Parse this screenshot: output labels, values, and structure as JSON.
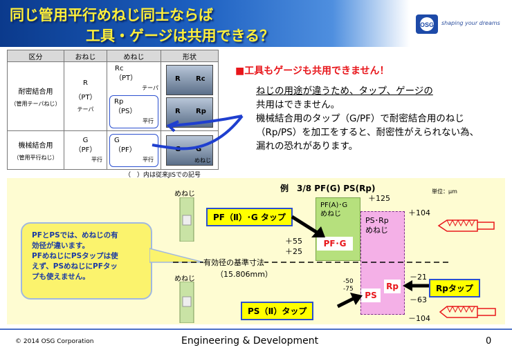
{
  "header": {
    "title_line1": "同じ管用平行めねじ同士ならば",
    "title_line2": "工具・ゲージは共用できる？",
    "logo_text": "OSG",
    "tagline": "shaping your dreams"
  },
  "table": {
    "headers": [
      "区分",
      "おねじ",
      "めねじ",
      "形状"
    ],
    "row1": {
      "category": "耐密結合用",
      "category_sub": "（管用テーパねじ）",
      "male": "R",
      "male_sub": "（PT）",
      "male_suffix": "テーパ",
      "female_top": "Rc",
      "female_top_sub": "（PT）",
      "female_top_suffix": "テーパ",
      "female_bottom": "Rp",
      "female_bottom_sub": "（PS）",
      "female_bottom_suffix": "平行",
      "shape_top": [
        "R",
        "Rc"
      ],
      "shape_bottom": [
        "R",
        "Rp"
      ]
    },
    "row2": {
      "category": "機械結合用",
      "category_sub": "（管用平行ねじ）",
      "male": "G",
      "male_sub": "（PF）",
      "male_suffix": "平行",
      "female": "G",
      "female_sub": "（PF）",
      "female_suffix": "平行",
      "shape": [
        "G",
        "G"
      ],
      "shape_note": "めねじ"
    },
    "note": "（　）内は従来JISでの記号"
  },
  "main": {
    "red_heading": "■工具もゲージも共用できません！",
    "body_lines": [
      "ねじの用途が違うため、タップ、ゲージの",
      "共用はできません。",
      "機械結合用のタップ（G/PF）で耐密結合用のねじ",
      "（Rp/PS）を加工をすると、耐密性がえられない為、",
      "漏れの恐れがあります。"
    ]
  },
  "diagram": {
    "example": "例　3/8 PF(G)  PS(Rp)",
    "unit": "単位：μm",
    "female_label_top": "めねじ",
    "female_label_bottom": "めねじ",
    "plus125": "＋125",
    "plus104": "＋104",
    "plus55": "＋55",
    "plus25": "＋25",
    "minus50": "-50",
    "minus75": "-75",
    "minus21": "－21",
    "minus63": "－63",
    "minus104": "－104",
    "green_label_1": "PF(A)･G",
    "green_label_2": "めねじ",
    "pink_label_1": "PS･Rp",
    "pink_label_2": "めねじ",
    "pfg_box": "PF･G",
    "ps_box": "PS",
    "rp_box": "Rp",
    "pf_tap": "PF（Ⅱ）･G タップ",
    "ps_tap": "PS（Ⅱ）タップ",
    "rp_tap": "Rpタップ",
    "pitch_label_1": "有効径の基準寸法",
    "pitch_label_2": "（15.806mm）",
    "callout_lines": [
      "PFとPSでは、めねじの有",
      "効径が違います。",
      "PFめねじにPSタップは使",
      "えず、PSめねじにPFタッ",
      "プも使えません。"
    ]
  },
  "footer": {
    "copyright": "© 2014 OSG Corporation",
    "center": "Engineering & Development",
    "page": "0"
  },
  "colors": {
    "title_yellow": "#ffef3a",
    "header_blue": "#0b3a8c",
    "red": "#e8161b",
    "green_zone": "#b6e07d",
    "pink_zone": "#f4b0e7",
    "callout_yellow": "#fbf36d",
    "panel_bg": "#fefcd2"
  }
}
